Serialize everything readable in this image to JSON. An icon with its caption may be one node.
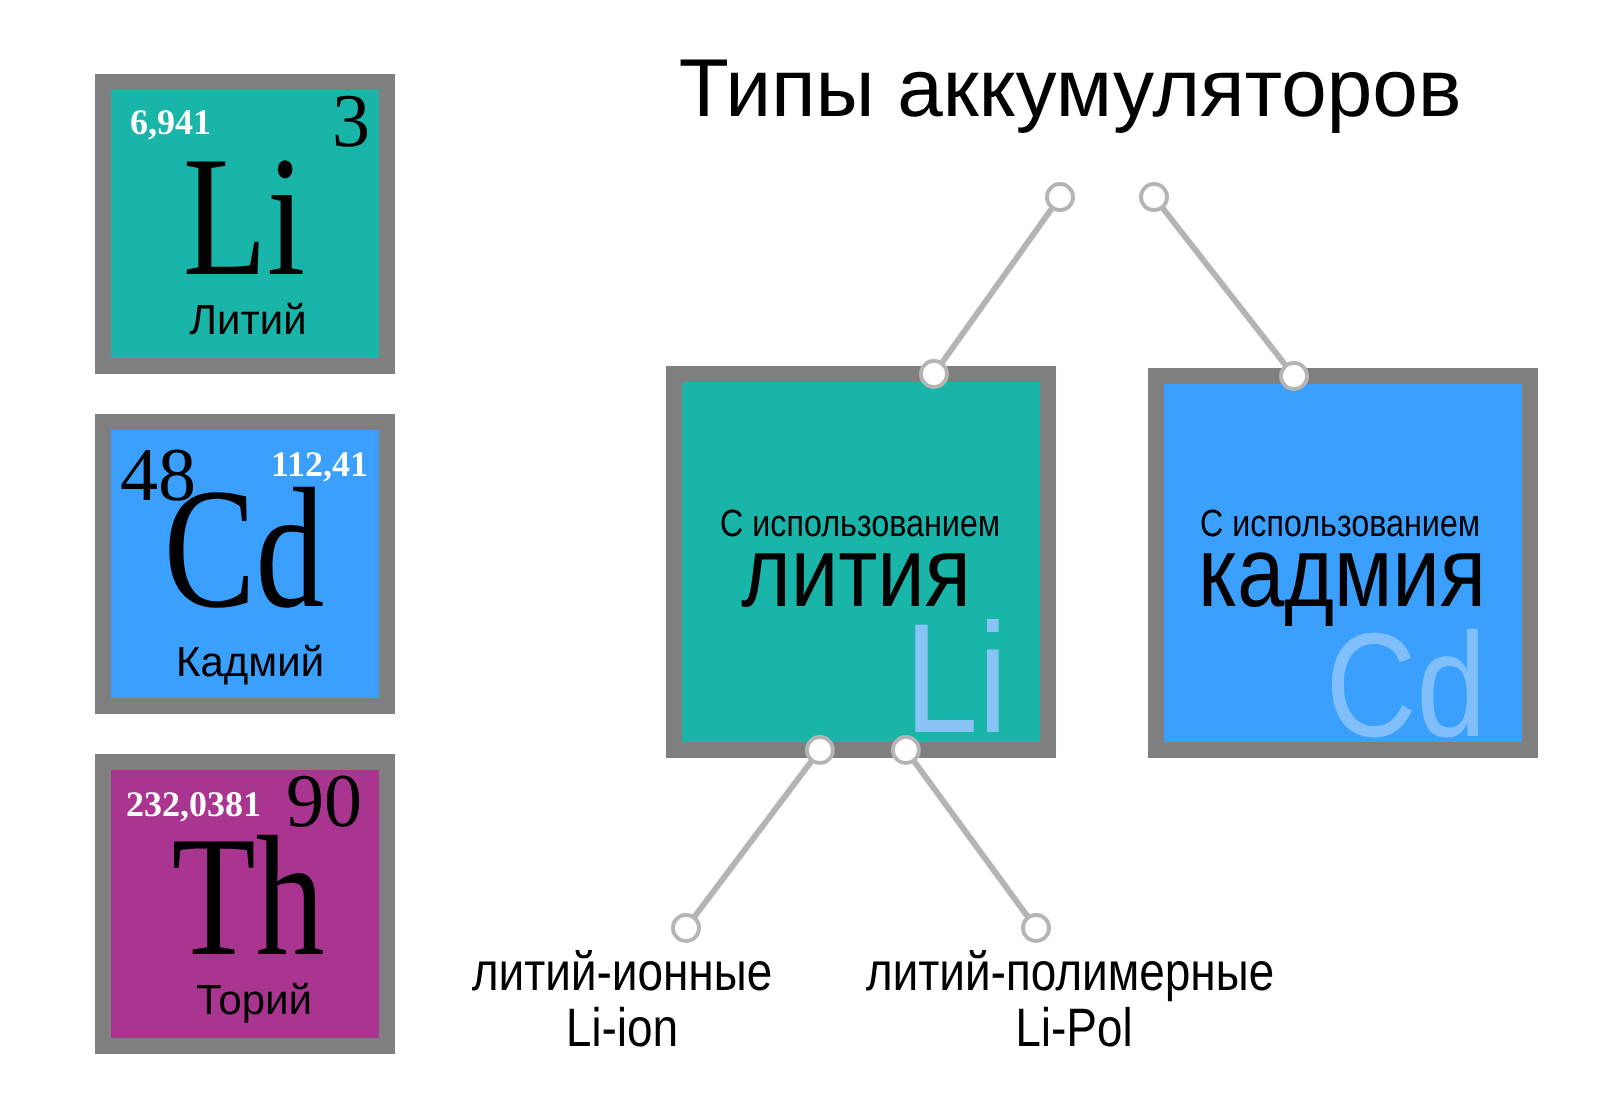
{
  "diagram": {
    "nodes": [
      {
        "text": [
          "6,941",
          "3",
          "Li",
          "Литий"
        ]
      },
      {
        "text": [
          "48",
          "112,41",
          "Cd",
          "Кадмий"
        ]
      },
      {
        "text": [
          "232,0381",
          "90",
          "Th",
          "Торий"
        ]
      },
      {
        "text": [
          "Типы аккумуляторов"
        ]
      },
      {
        "text": [
          "С использованием",
          "лития",
          "Li"
        ]
      },
      {
        "text": [
          "С использованием",
          "кадмия",
          "Cd"
        ]
      },
      {
        "text": [
          "литий-ионные",
          "Li-ion"
        ]
      },
      {
        "text": [
          "литий-полимерные",
          "Li-Pol"
        ]
      }
    ],
    "edges": [
      {
        "from": 3,
        "to": 4,
        "arrow": "other"
      },
      {
        "from": 3,
        "to": 5,
        "arrow": "other"
      },
      {
        "from": 4,
        "to": 6,
        "arrow": "other"
      },
      {
        "from": 4,
        "to": 7,
        "arrow": "other"
      }
    ]
  }
}
